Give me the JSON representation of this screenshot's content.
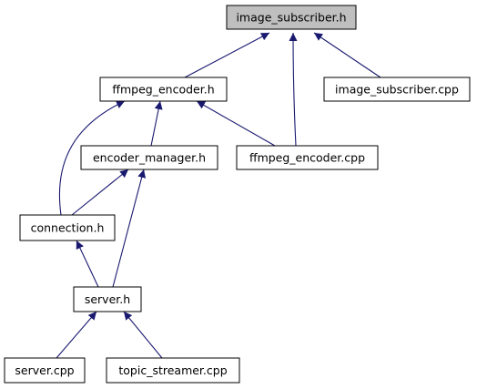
{
  "diagram": {
    "colors": {
      "edge": "#191970",
      "node_border": "#000000",
      "node_fill": "#ffffff",
      "current_node_fill": "#bfbfbf"
    },
    "nodes": [
      {
        "id": "image_subscriber_h",
        "label": "image_subscriber.h",
        "current": true
      },
      {
        "id": "ffmpeg_encoder_h",
        "label": "ffmpeg_encoder.h"
      },
      {
        "id": "image_subscriber_cpp",
        "label": "image_subscriber.cpp"
      },
      {
        "id": "encoder_manager_h",
        "label": "encoder_manager.h"
      },
      {
        "id": "ffmpeg_encoder_cpp",
        "label": "ffmpeg_encoder.cpp"
      },
      {
        "id": "connection_h",
        "label": "connection.h"
      },
      {
        "id": "server_h",
        "label": "server.h"
      },
      {
        "id": "server_cpp",
        "label": "server.cpp"
      },
      {
        "id": "topic_streamer_cpp",
        "label": "topic_streamer.cpp"
      }
    ],
    "edges": [
      {
        "from": "ffmpeg_encoder_h",
        "to": "image_subscriber_h"
      },
      {
        "from": "ffmpeg_encoder_cpp",
        "to": "image_subscriber_h"
      },
      {
        "from": "image_subscriber_cpp",
        "to": "image_subscriber_h"
      },
      {
        "from": "encoder_manager_h",
        "to": "ffmpeg_encoder_h"
      },
      {
        "from": "ffmpeg_encoder_cpp",
        "to": "ffmpeg_encoder_h"
      },
      {
        "from": "connection_h",
        "to": "ffmpeg_encoder_h"
      },
      {
        "from": "connection_h",
        "to": "encoder_manager_h"
      },
      {
        "from": "server_h",
        "to": "encoder_manager_h"
      },
      {
        "from": "server_h",
        "to": "connection_h"
      },
      {
        "from": "server_cpp",
        "to": "server_h"
      },
      {
        "from": "topic_streamer_cpp",
        "to": "server_h"
      }
    ]
  }
}
